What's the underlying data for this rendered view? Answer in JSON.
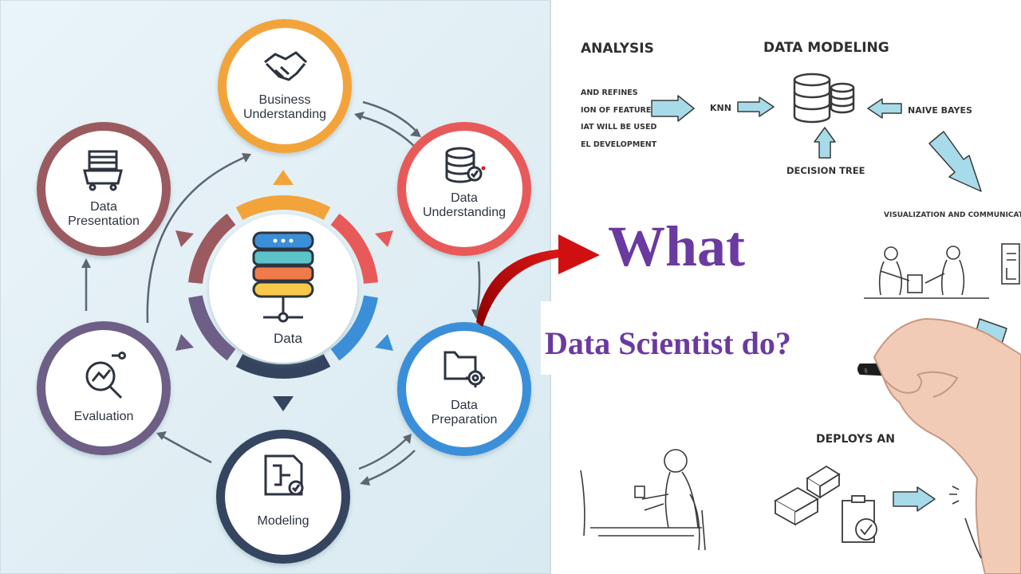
{
  "cycle": {
    "center_label": "Data",
    "stages": {
      "business": [
        "Business",
        "Understanding"
      ],
      "data_understanding": [
        "Data",
        "Understanding"
      ],
      "data_preparation": [
        "Data",
        "Preparation"
      ],
      "modeling": [
        "Modeling"
      ],
      "evaluation": [
        "Evaluation"
      ],
      "data_presentation": [
        "Data",
        "Presentation"
      ]
    },
    "colors": {
      "business": "#f2a43a",
      "data_understanding": "#e85a5a",
      "data_preparation": "#3b8fd9",
      "modeling": "#34445e",
      "evaluation": "#6d5f86",
      "data_presentation": "#9b5a5f",
      "background": "#e3f0f5"
    },
    "icons": {
      "business": "handshake-icon",
      "data_understanding": "database-check-icon",
      "data_preparation": "folder-gear-icon",
      "modeling": "document-network-icon",
      "evaluation": "magnifier-chart-icon",
      "data_presentation": "presentation-stand-icon",
      "center": "database-stack-icon"
    }
  },
  "whiteboard": {
    "analysis_heading": "ANALYSIS",
    "analysis_lines": [
      "AND REFINES",
      "ION OF FEATURE",
      "IAT WILL BE USED",
      "EL DEVELOPMENT"
    ],
    "modeling_heading": "DATA MODELING",
    "knn_label": "KNN",
    "naive_bayes_label": "NAIVE BAYES",
    "decision_tree_label": "DECISION TREE",
    "visualization_heading": "VISUALIZATION AND COMMUNICATI",
    "deploys_heading": "DEPLOYS AN",
    "title_line1": "What",
    "title_line2": "Data Scientist do?",
    "title_color": "#6a3aa0",
    "arrow_color": "#cc1010",
    "sketch_arrow_color": "#a8dbe9"
  }
}
